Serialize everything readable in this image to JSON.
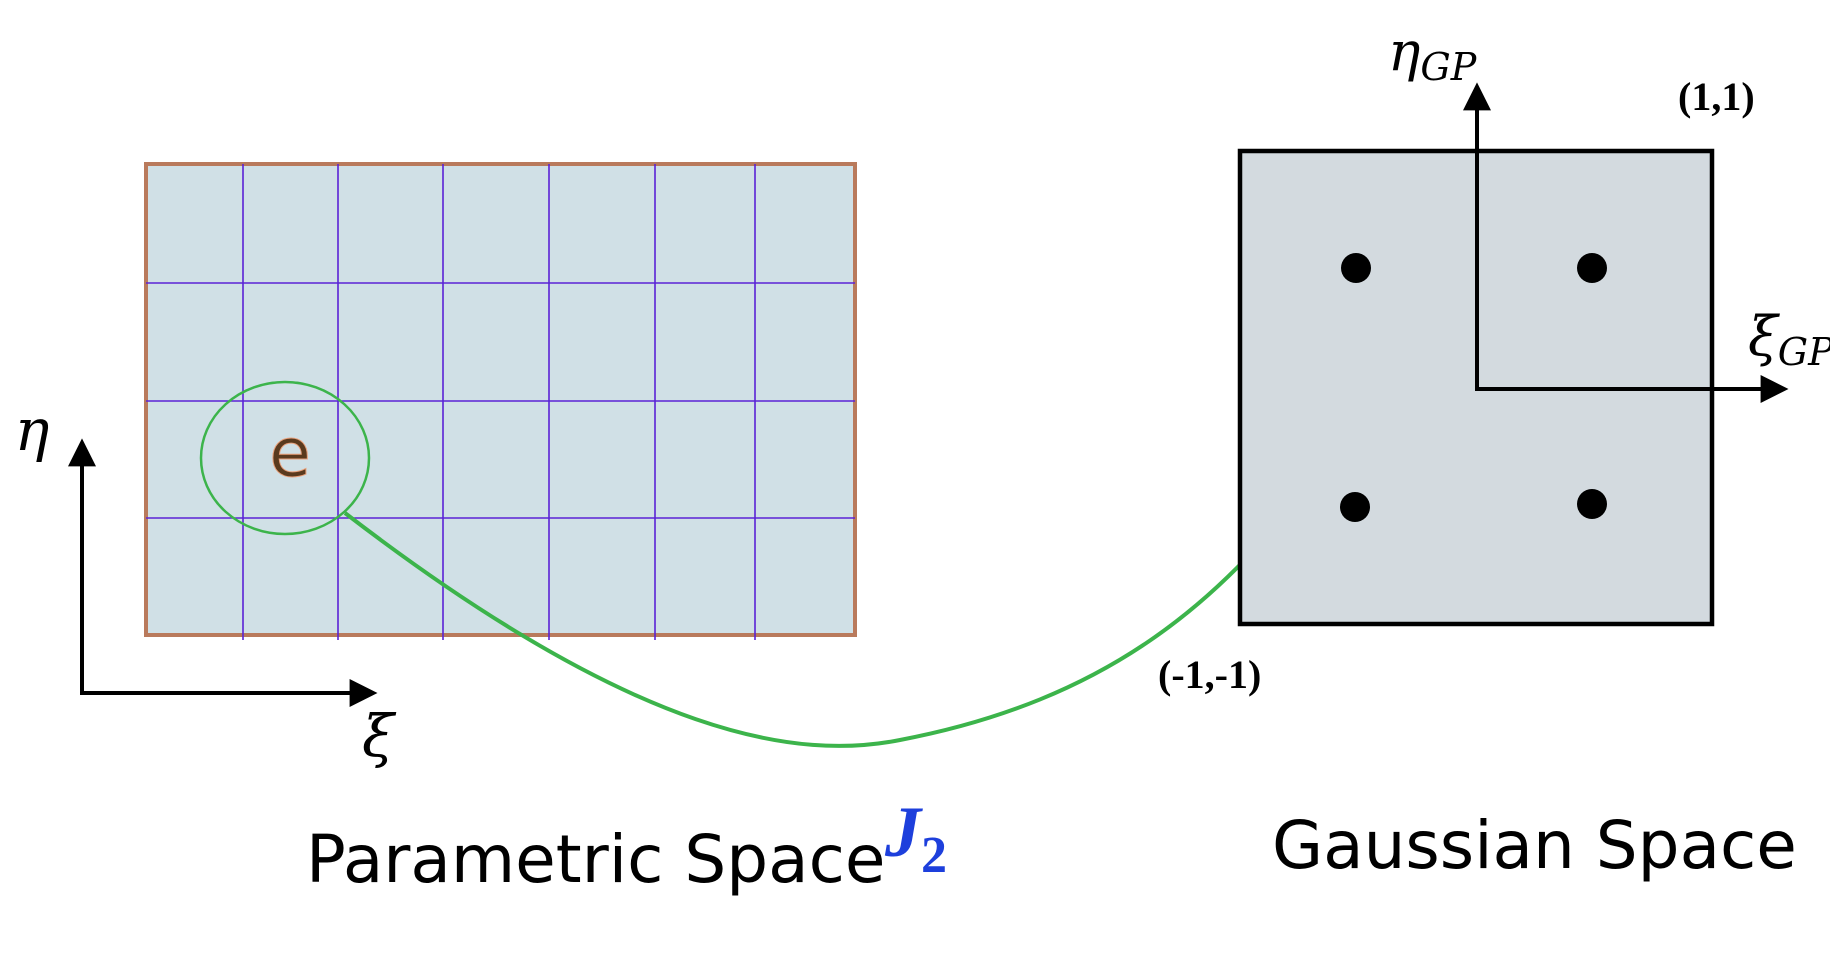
{
  "parametric": {
    "title": "Parametric Space",
    "axis_xi": "ξ",
    "axis_eta": "η",
    "element_label": "e",
    "fill_color": "#d0e0e6",
    "border_color": "#b97a5c",
    "grid_color": "#5a22d6"
  },
  "mapping": {
    "label_main": "J",
    "label_sub": "2",
    "label_color": "#1d3fdc",
    "arrow_color": "#3cb44b"
  },
  "gaussian": {
    "title": "Gaussian Space",
    "axis_xi_main": "ξ",
    "axis_xi_sub": "GP",
    "axis_eta_main": "η",
    "axis_eta_sub": "GP",
    "corner_top_right": "(1,1)",
    "corner_bottom_left": "(-1,-1)",
    "fill_color": "#d3dadf",
    "gauss_points": 4
  }
}
